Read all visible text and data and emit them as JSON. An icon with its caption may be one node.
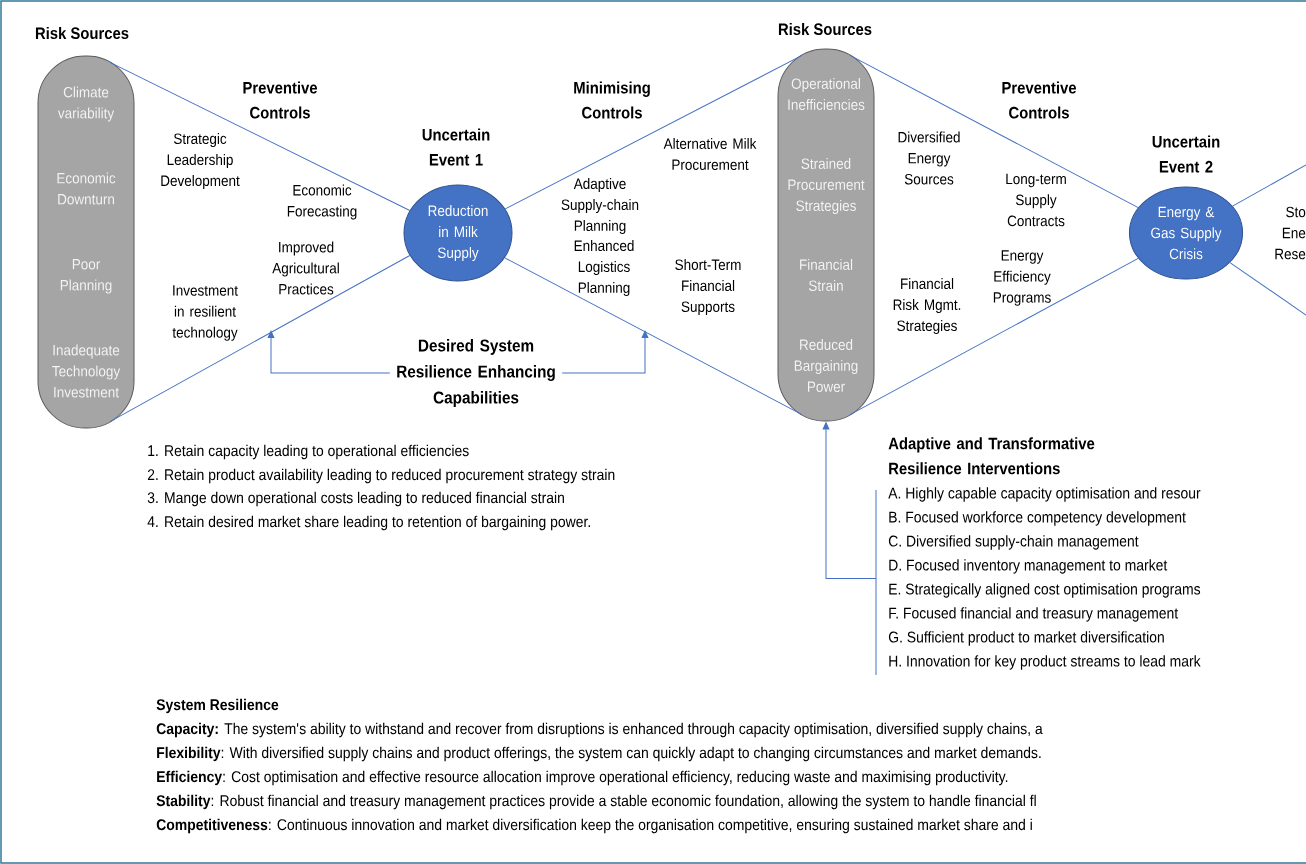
{
  "diagram": {
    "nodes": [
      {
        "text": [
          "Risk Sources",
          "Climate variability",
          "Economic Downturn",
          "Poor Planning",
          "Inadequate Technology Investment"
        ]
      },
      {
        "text": [
          "Uncertain Event 1",
          "Reduction in Milk Supply"
        ]
      },
      {
        "text": [
          "Risk Sources",
          "Operational Inefficiencies",
          "Strained Procurement Strategies",
          "Financial Strain",
          "Reduced Bargaining Power"
        ]
      },
      {
        "text": [
          "Uncertain Event 2",
          "Energy & Gas Supply Crisis"
        ]
      },
      {
        "text": [
          "Desired System Resilience Enhancing Capabilities"
        ]
      },
      {
        "text": [
          "Adaptive and Transformative Resilience Interventions",
          "A. Highly capable capacity optimisation and resour",
          "B. Focused workforce competency development",
          "C. Diversified supply-chain management",
          "D. Focused inventory management to market",
          "E. Strategically aligned cost optimisation programs",
          "F. Focused financial and treasury management",
          "G. Sufficient product to market diversification",
          "H. Innovation for key product streams to lead mark"
        ]
      }
    ],
    "edges": [
      {
        "from": 0,
        "to": 1,
        "arrow": "none"
      },
      {
        "from": 0,
        "to": 1,
        "arrow": "none"
      },
      {
        "from": 1,
        "to": 2,
        "arrow": "none"
      },
      {
        "from": 1,
        "to": 2,
        "arrow": "none"
      },
      {
        "from": 2,
        "to": 3,
        "arrow": "none"
      },
      {
        "from": 2,
        "to": 3,
        "arrow": "none"
      },
      {
        "from": 3,
        "to": null,
        "arrow": "none"
      },
      {
        "from": 3,
        "to": null,
        "arrow": "none"
      },
      {
        "from": 4,
        "to": null,
        "arrow": "to"
      },
      {
        "from": 4,
        "to": null,
        "arrow": "to"
      },
      {
        "from": 5,
        "to": 2,
        "arrow": "to"
      }
    ],
    "labels": [
      "Preventive Controls",
      "Strategic Leadership Development",
      "Economic Forecasting",
      "Improved Agricultural Practices",
      "Investment in resilient technology",
      "Minimising Controls",
      "Alternative Milk Procurement",
      "Adaptive Supply-chain Planning",
      "Enhanced Logistics Planning",
      "Short-Term Financial Supports",
      "Preventive Controls",
      "Diversified Energy Sources",
      "Long-term Supply Contracts",
      "Energy Efficiency Programs",
      "Financial Risk Mgmt. Strategies",
      "Sto Ene Rese",
      "1. Retain capacity leading to operational efficiencies",
      "2. Retain product availability leading to reduced procurement strategy strain",
      "3. Mange down operational costs leading to reduced financial strain",
      "4. Retain desired market share leading to retention of bargaining power.",
      "System Resilience",
      "**Capacity:** The system's ability to withstand and recover from disruptions is enhanced through capacity optimisation, diversified supply chains, a",
      "**Flexibility**: With diversified supply chains and product offerings, the system can quickly adapt to changing circumstances and market demands.",
      "**Efficiency**: Cost optimisation and effective resource allocation improve operational efficiency, reducing waste and maximising productivity.",
      "**Stability**: Robust financial and treasury management practices provide a stable economic foundation, allowing the system to handle financial fl",
      "**Competitiveness**: Continuous innovation and market diversification keep the organisation competitive, ensuring sustained market share and i"
    ]
  }
}
